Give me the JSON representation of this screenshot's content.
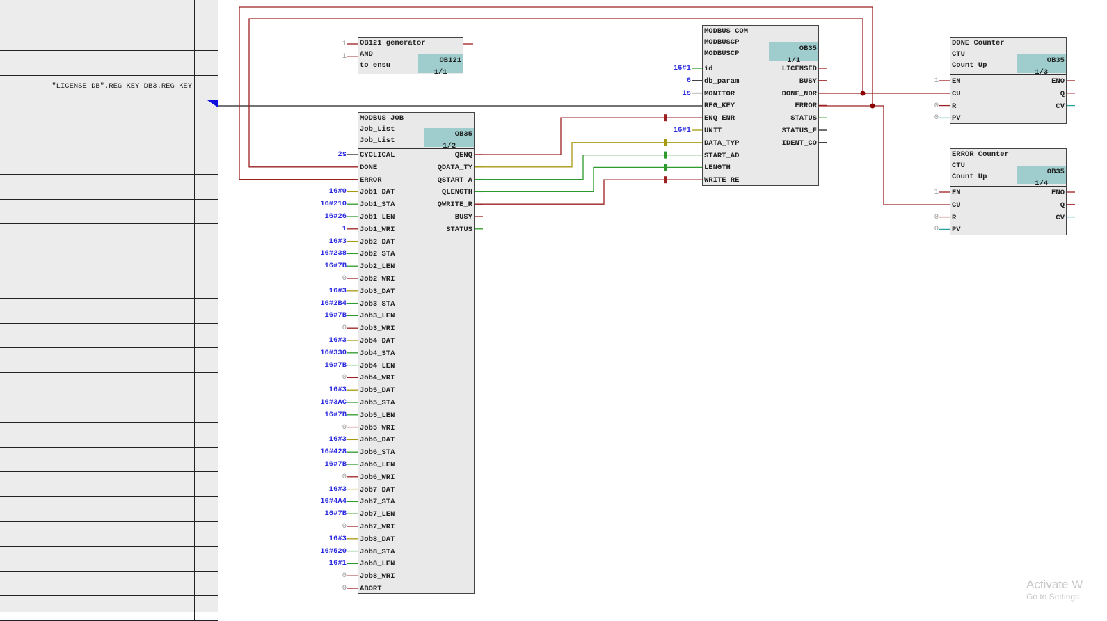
{
  "left_panel": {
    "rows": [
      "",
      "",
      "",
      "",
      "\"LICENSE_DB\".REG_KEY DB3.REG_KEY",
      "",
      "",
      "",
      "",
      "",
      "",
      "",
      "",
      "",
      "",
      "",
      "",
      "",
      "",
      "",
      "",
      "",
      "",
      "",
      "",
      ""
    ]
  },
  "colors": {
    "red": "#9b2020",
    "olive": "#a89a10",
    "green": "#2d9a2d",
    "black": "#222222",
    "teal": "#2aa0a0",
    "junction": "#8b0000"
  },
  "blocks": [
    {
      "id": "ob121",
      "header": [
        "OB121_generator",
        "AND",
        "to ensu"
      ],
      "ob": "OB121",
      "page": "1/1",
      "inputs": [],
      "outputs": [],
      "side_values": [
        {
          "value": "1",
          "pin": "OB121_generator"
        },
        {
          "value": "1",
          "pin": "AND"
        }
      ]
    },
    {
      "id": "modbus-job",
      "header": [
        "MODBUS_JOB",
        "Job_List",
        "Job_List"
      ],
      "ob": "OB35",
      "page": "1/2",
      "inputs": [
        {
          "name": "CYCLICAL",
          "value": "2s",
          "c": "black"
        },
        {
          "name": "DONE",
          "value": "",
          "c": "red"
        },
        {
          "name": "ERROR",
          "value": "",
          "c": "red"
        },
        {
          "name": "Job1_DAT",
          "value": "16#0",
          "c": "olive"
        },
        {
          "name": "Job1_STA",
          "value": "16#210",
          "c": "green"
        },
        {
          "name": "Job1_LEN",
          "value": "16#26",
          "c": "green"
        },
        {
          "name": "Job1_WRI",
          "value": "1",
          "c": "red"
        },
        {
          "name": "Job2_DAT",
          "value": "16#3",
          "c": "olive"
        },
        {
          "name": "Job2_STA",
          "value": "16#238",
          "c": "green"
        },
        {
          "name": "Job2_LEN",
          "value": "16#7B",
          "c": "green"
        },
        {
          "name": "Job2_WRI",
          "value": "0",
          "c": "red"
        },
        {
          "name": "Job3_DAT",
          "value": "16#3",
          "c": "olive"
        },
        {
          "name": "Job3_STA",
          "value": "16#2B4",
          "c": "green"
        },
        {
          "name": "Job3_LEN",
          "value": "16#7B",
          "c": "green"
        },
        {
          "name": "Job3_WRI",
          "value": "0",
          "c": "red"
        },
        {
          "name": "Job4_DAT",
          "value": "16#3",
          "c": "olive"
        },
        {
          "name": "Job4_STA",
          "value": "16#330",
          "c": "green"
        },
        {
          "name": "Job4_LEN",
          "value": "16#7B",
          "c": "green"
        },
        {
          "name": "Job4_WRI",
          "value": "0",
          "c": "red"
        },
        {
          "name": "Job5_DAT",
          "value": "16#3",
          "c": "olive"
        },
        {
          "name": "Job5_STA",
          "value": "16#3AC",
          "c": "green"
        },
        {
          "name": "Job5_LEN",
          "value": "16#7B",
          "c": "green"
        },
        {
          "name": "Job5_WRI",
          "value": "0",
          "c": "red"
        },
        {
          "name": "Job6_DAT",
          "value": "16#3",
          "c": "olive"
        },
        {
          "name": "Job6_STA",
          "value": "16#428",
          "c": "green"
        },
        {
          "name": "Job6_LEN",
          "value": "16#7B",
          "c": "green"
        },
        {
          "name": "Job6_WRI",
          "value": "0",
          "c": "red"
        },
        {
          "name": "Job7_DAT",
          "value": "16#3",
          "c": "olive"
        },
        {
          "name": "Job7_STA",
          "value": "16#4A4",
          "c": "green"
        },
        {
          "name": "Job7_LEN",
          "value": "16#7B",
          "c": "green"
        },
        {
          "name": "Job7_WRI",
          "value": "0",
          "c": "red"
        },
        {
          "name": "Job8_DAT",
          "value": "16#3",
          "c": "olive"
        },
        {
          "name": "Job8_STA",
          "value": "16#520",
          "c": "green"
        },
        {
          "name": "Job8_LEN",
          "value": "16#1",
          "c": "green"
        },
        {
          "name": "Job8_WRI",
          "value": "0",
          "c": "red"
        },
        {
          "name": "ABORT",
          "value": "0",
          "c": "red"
        }
      ],
      "outputs": [
        {
          "name": "QENQ",
          "c": "red"
        },
        {
          "name": "QDATA_TY",
          "c": "olive"
        },
        {
          "name": "QSTART_A",
          "c": "green"
        },
        {
          "name": "QLENGTH",
          "c": "green"
        },
        {
          "name": "QWRITE_R",
          "c": "red"
        },
        {
          "name": "BUSY",
          "c": "red"
        },
        {
          "name": "STATUS",
          "c": "green"
        }
      ]
    },
    {
      "id": "modbus-com",
      "header": [
        "MODBUS_COM",
        "MODBUSCP",
        "MODBUSCP"
      ],
      "ob": "OB35",
      "page": "1/1",
      "inputs": [
        {
          "name": "id",
          "value": "16#1",
          "c": "green"
        },
        {
          "name": "db_param",
          "value": "6",
          "c": "black"
        },
        {
          "name": "MONITOR",
          "value": "1s",
          "c": "black"
        },
        {
          "name": "REG_KEY",
          "value": "",
          "c": "black"
        },
        {
          "name": "ENQ_ENR",
          "value": "",
          "c": "red"
        },
        {
          "name": "UNIT",
          "value": "16#1",
          "c": "olive"
        },
        {
          "name": "DATA_TYP",
          "value": "",
          "c": "olive"
        },
        {
          "name": "START_AD",
          "value": "",
          "c": "green"
        },
        {
          "name": "LENGTH",
          "value": "",
          "c": "green"
        },
        {
          "name": "WRITE_RE",
          "value": "",
          "c": "red"
        }
      ],
      "outputs": [
        {
          "name": "LICENSED",
          "c": "red"
        },
        {
          "name": "BUSY",
          "c": "red"
        },
        {
          "name": "DONE_NDR",
          "c": "red"
        },
        {
          "name": "ERROR",
          "c": "red"
        },
        {
          "name": "STATUS",
          "c": "green"
        },
        {
          "name": "STATUS_F",
          "c": "black"
        },
        {
          "name": "IDENT_CO",
          "c": "black"
        }
      ]
    },
    {
      "id": "done-counter",
      "header": [
        "DONE_Counter",
        "CTU",
        "Count Up"
      ],
      "ob": "OB35",
      "page": "1/3",
      "inputs": [
        {
          "name": "EN",
          "value": "1",
          "c": "red"
        },
        {
          "name": "CU",
          "value": "",
          "c": "red"
        },
        {
          "name": "R",
          "value": "0",
          "c": "red"
        },
        {
          "name": "PV",
          "value": "0",
          "c": "teal"
        }
      ],
      "outputs": [
        {
          "name": "ENO",
          "c": "red"
        },
        {
          "name": "Q",
          "c": "red"
        },
        {
          "name": "CV",
          "c": "teal"
        }
      ]
    },
    {
      "id": "error-counter",
      "header": [
        "ERROR Counter",
        "CTU",
        "Count Up"
      ],
      "ob": "OB35",
      "page": "1/4",
      "inputs": [
        {
          "name": "EN",
          "value": "1",
          "c": "red"
        },
        {
          "name": "CU",
          "value": "",
          "c": "red"
        },
        {
          "name": "R",
          "value": "0",
          "c": "red"
        },
        {
          "name": "PV",
          "value": "0",
          "c": "teal"
        }
      ],
      "outputs": [
        {
          "name": "ENO",
          "c": "red"
        },
        {
          "name": "Q",
          "c": "red"
        },
        {
          "name": "CV",
          "c": "teal"
        }
      ]
    }
  ],
  "watermark": {
    "line1": "Activate W",
    "line2": "Go to Settings"
  }
}
